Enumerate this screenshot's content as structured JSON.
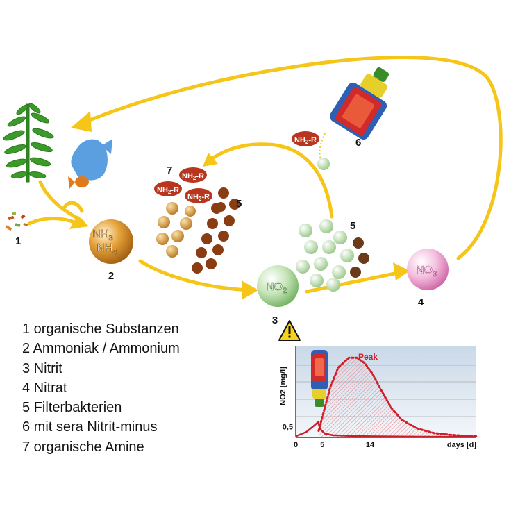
{
  "colors": {
    "arrow": "#f5c518",
    "ammonia": "#d9901e",
    "nitrite": "#a9d49a",
    "nitrate": "#ec9bcc",
    "bacteria": "#8a3c12",
    "amine": "#b8361e",
    "plant": "#3c9a2a",
    "fish": "#5b9fe0",
    "chart_red": "#d11f2a",
    "chart_bg": "#dde6ef"
  },
  "nodes": {
    "ammonia": {
      "line1": "NH",
      "sub1": "3",
      "line2": "NH",
      "sub2": "4",
      "number": "2"
    },
    "nitrite": {
      "text": "NO",
      "sub": "2",
      "number": "3"
    },
    "nitrate": {
      "text": "NO",
      "sub": "3",
      "number": "4"
    }
  },
  "labels": {
    "organic": "1",
    "amines": "7",
    "bacteria_left": "5",
    "bacteria_right": "5",
    "product": "6"
  },
  "amine_formulas": [
    {
      "text": "NH",
      "sub": "2",
      "suffix": "-R"
    },
    {
      "text": "NH",
      "sub": "2",
      "suffix": "-R"
    },
    {
      "text": "NH",
      "sub": "2",
      "suffix": "-R"
    },
    {
      "text": "NH",
      "sub": "2",
      "suffix": "-R"
    }
  ],
  "legend": [
    "1 organische Substanzen",
    "2 Ammoniak / Ammonium",
    "3 Nitrit",
    "4 Nitrat",
    "5 Filterbakterien",
    "6 mit sera Nitrit-minus",
    "7 organische Amine"
  ],
  "icons": [
    "plant-icon",
    "fish-icon",
    "warning-icon",
    "bottle-icon"
  ],
  "chart_data": {
    "type": "line",
    "ylabel": "NO2 [mg/l]",
    "xlabel": "days [d]",
    "x_ticks": [
      "0",
      "5",
      "14"
    ],
    "y_ticks": [
      "0,5"
    ],
    "xlim": [
      0,
      34
    ],
    "ylim": [
      0,
      4.2
    ],
    "annotation": "Peak",
    "series": [
      {
        "style": "solid",
        "x": [
          0,
          2,
          3.5,
          4.2,
          4.6,
          5.5,
          7,
          10,
          14,
          20,
          28,
          34
        ],
        "y": [
          0.05,
          0.25,
          0.55,
          0.7,
          0.38,
          0.17,
          0.1,
          0.07,
          0.05,
          0.04,
          0.03,
          0.03
        ]
      },
      {
        "style": "dotted",
        "x": [
          4.3,
          5.3,
          6.5,
          8,
          10,
          11.5,
          13,
          14.5,
          16,
          18,
          20,
          23,
          26,
          29,
          32,
          34
        ],
        "y": [
          0.3,
          1.2,
          2.3,
          3.2,
          3.65,
          3.65,
          3.4,
          2.9,
          2.2,
          1.35,
          0.8,
          0.4,
          0.2,
          0.12,
          0.07,
          0.05
        ]
      }
    ]
  }
}
